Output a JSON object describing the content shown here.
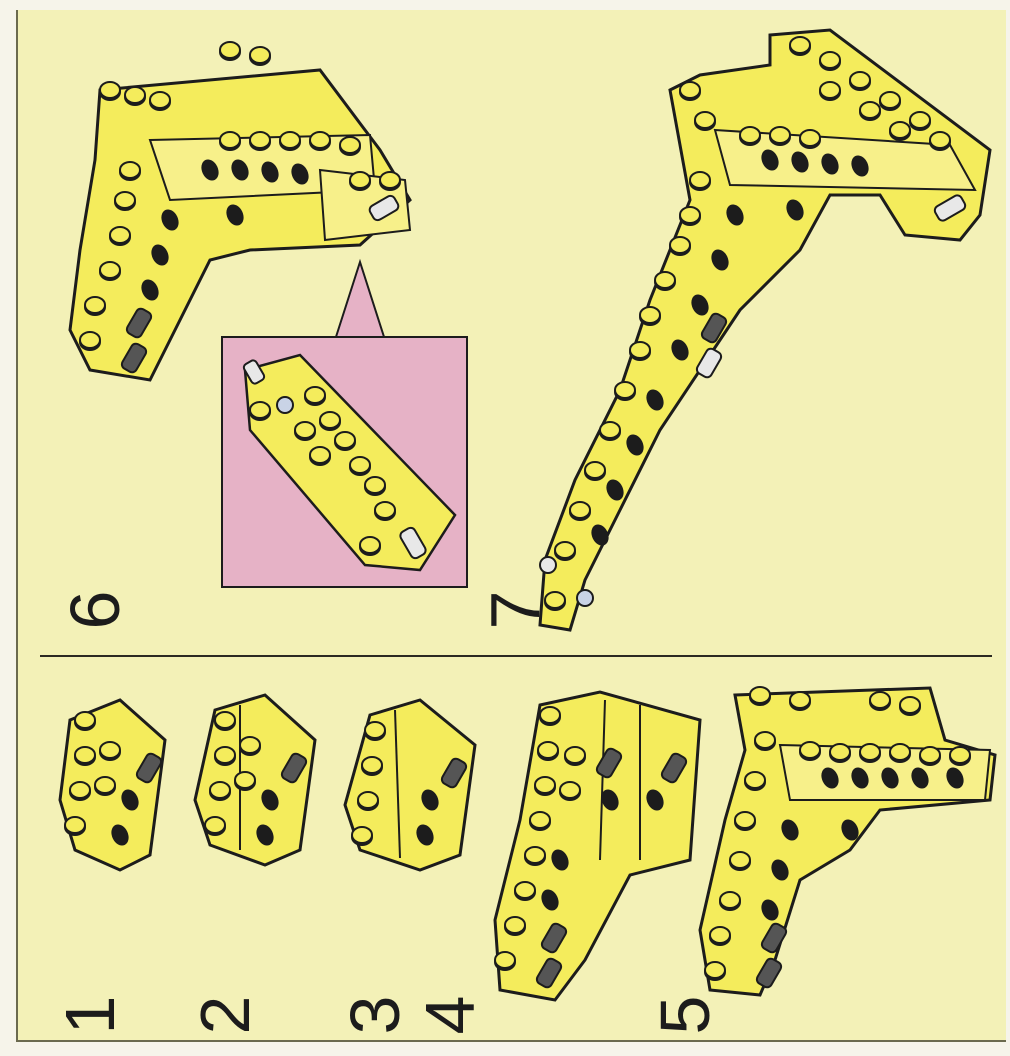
{
  "steps": [
    {
      "number": "1"
    },
    {
      "number": "2"
    },
    {
      "number": "3"
    },
    {
      "number": "4"
    },
    {
      "number": "5"
    },
    {
      "number": "6"
    },
    {
      "number": "7"
    }
  ],
  "colors": {
    "background": "#f3f1b7",
    "brick": "#f4ec5c",
    "brick_shadow": "#d9cf3a",
    "inset_panel": "#e6b2c6",
    "outline": "#1c1c1c"
  },
  "icons": {
    "brick": "lego-brick-icon",
    "axle_pin": "axle-pin-icon",
    "callout": "callout-pointer-icon"
  }
}
